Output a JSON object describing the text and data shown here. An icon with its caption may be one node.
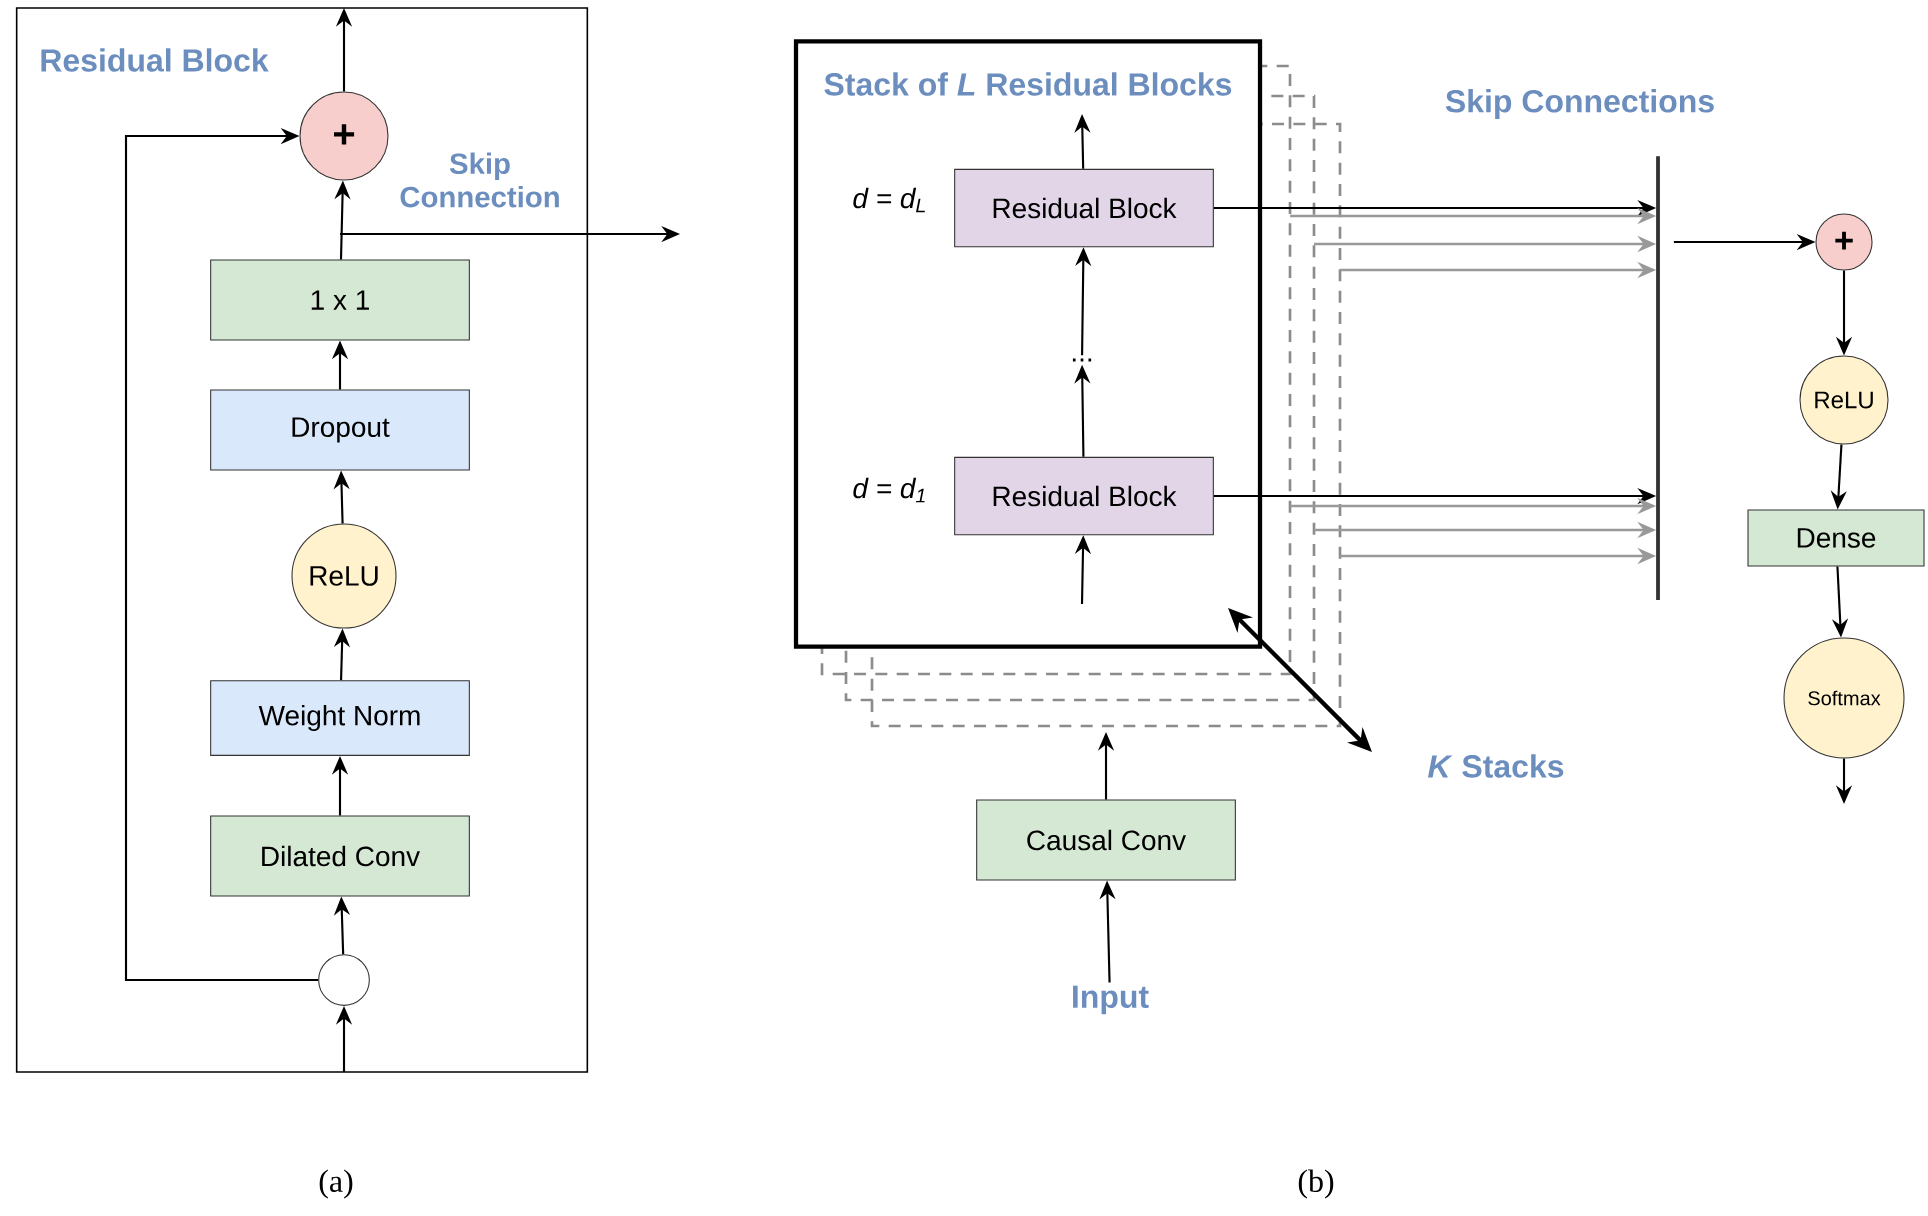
{
  "diagram": {
    "nodes": [
      {
        "text": [
          "Residual Block"
        ]
      },
      {
        "text": [
          "+"
        ],
        "in": 0
      },
      {
        "text": [
          "1 x 1"
        ],
        "in": 0
      },
      {
        "text": [
          "Dropout"
        ],
        "in": 0
      },
      {
        "text": [
          "ReLU"
        ],
        "in": 0
      },
      {
        "text": [
          "Weight Norm"
        ],
        "in": 0
      },
      {
        "text": [
          "Dilated Conv"
        ],
        "in": 0
      },
      {
        "text": [],
        "shape": "circle",
        "in": 0
      },
      {
        "text": [
          "Stack of *L* Residual Blocks"
        ]
      },
      {
        "text": [
          "Residual Block"
        ],
        "beside": [
          "d = d$_{L}$"
        ],
        "in": 8
      },
      {
        "text": [
          "..."
        ],
        "in": 8
      },
      {
        "text": [
          "Residual Block"
        ],
        "beside": [
          "d = d$_{1}$"
        ],
        "in": 8
      },
      {
        "text": [
          "Skip Connections"
        ]
      },
      {
        "text": [
          "+"
        ]
      },
      {
        "text": [
          "ReLU"
        ]
      },
      {
        "text": [
          "Dense"
        ]
      },
      {
        "text": [
          "Softmax"
        ]
      },
      {
        "text": [
          "Causal Conv"
        ]
      },
      {
        "text": [
          "Input"
        ]
      }
    ],
    "edges": [
      {
        "from": null,
        "to": 7,
        "arrow": "to"
      },
      {
        "from": 7,
        "to": 6,
        "arrow": "to"
      },
      {
        "from": 6,
        "to": 5,
        "arrow": "to"
      },
      {
        "from": 5,
        "to": 4,
        "arrow": "to"
      },
      {
        "from": 4,
        "to": 3,
        "arrow": "to"
      },
      {
        "from": 3,
        "to": 2,
        "arrow": "to"
      },
      {
        "from": 2,
        "to": 1,
        "arrow": "to"
      },
      {
        "from": 7,
        "to": 1,
        "arrow": "to"
      },
      {
        "from": 1,
        "to": null,
        "arrow": "to"
      },
      {
        "from": 2,
        "to": null,
        "arrow": "to",
        "label": "Skip Connection"
      },
      {
        "from": null,
        "to": 11,
        "arrow": "to"
      },
      {
        "from": 11,
        "to": 10,
        "arrow": "to"
      },
      {
        "from": 10,
        "to": 9,
        "arrow": "to"
      },
      {
        "from": 9,
        "to": null,
        "arrow": "to"
      },
      {
        "from": 9,
        "to": 12,
        "arrow": "to"
      },
      {
        "from": null,
        "to": 12,
        "arrow": "to",
        "color": "#999999"
      },
      {
        "from": null,
        "to": 12,
        "arrow": "to",
        "color": "#999999"
      },
      {
        "from": null,
        "to": 12,
        "arrow": "to",
        "color": "#999999"
      },
      {
        "from": 11,
        "to": 12,
        "arrow": "to"
      },
      {
        "from": null,
        "to": 12,
        "arrow": "to",
        "color": "#999999"
      },
      {
        "from": null,
        "to": 12,
        "arrow": "to",
        "color": "#999999"
      },
      {
        "from": null,
        "to": 12,
        "arrow": "to",
        "color": "#999999"
      },
      {
        "from": 12,
        "to": 13,
        "arrow": "to"
      },
      {
        "from": 13,
        "to": 14,
        "arrow": "to"
      },
      {
        "from": 14,
        "to": 15,
        "arrow": "to"
      },
      {
        "from": 15,
        "to": 16,
        "arrow": "to"
      },
      {
        "from": 16,
        "to": null,
        "arrow": "to"
      },
      {
        "from": 17,
        "to": null,
        "arrow": "to"
      },
      {
        "from": 18,
        "to": 17,
        "arrow": "to"
      }
    ],
    "labels": [
      "*K* Stacks",
      "(a)",
      "(b)"
    ]
  }
}
